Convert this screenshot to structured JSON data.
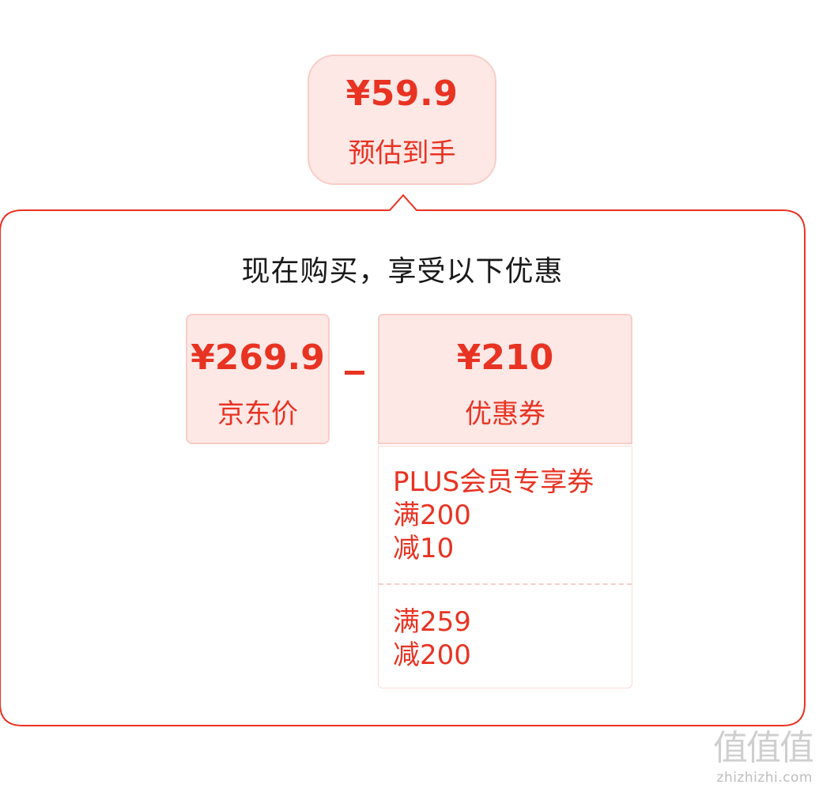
{
  "estimate": {
    "price": "¥59.9",
    "label": "预估到手"
  },
  "headline": "现在购买，享受以下优惠",
  "jd_price": {
    "price": "¥269.9",
    "label": "京东价"
  },
  "operator": "-",
  "coupon_total": {
    "price": "¥210",
    "label": "优惠券"
  },
  "coupons": [
    {
      "name": "PLUS会员专享券",
      "threshold": "满200",
      "discount": "减10"
    },
    {
      "name": "",
      "threshold": "满259",
      "discount": "减200"
    }
  ],
  "watermark": {
    "logo_text": "值值值",
    "site": "zhizhizhi.com"
  },
  "colors": {
    "accent": "#e83323",
    "badge_bg": "#fde8e6",
    "badge_border": "#f8cdc8",
    "frame_border": "#e83323"
  }
}
